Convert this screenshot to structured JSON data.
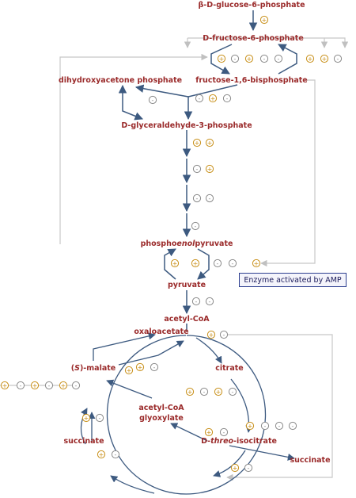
{
  "metabolites": [
    {
      "id": "g6p",
      "label": "β-D-glucose-6-phosphate"
    },
    {
      "id": "f6p",
      "label": "D-fructose-6-phosphate"
    },
    {
      "id": "dhap",
      "label": "dihydroxyacetone phosphate"
    },
    {
      "id": "fbp",
      "label": "fructose-1,6-bisphosphate"
    },
    {
      "id": "gap",
      "label": "D-glyceraldehyde-3-phosphate"
    },
    {
      "id": "pep_a",
      "label": "phospho"
    },
    {
      "id": "pep_b",
      "label": "enol"
    },
    {
      "id": "pep_c",
      "label": "pyruvate"
    },
    {
      "id": "pyr",
      "label": "pyruvate"
    },
    {
      "id": "accoa",
      "label": "acetyl-CoA"
    },
    {
      "id": "oaa",
      "label": "oxaloacetate"
    },
    {
      "id": "mal_a",
      "label": "("
    },
    {
      "id": "mal_b",
      "label": "S"
    },
    {
      "id": "mal_c",
      "label": ")-malate"
    },
    {
      "id": "cit",
      "label": "citrate"
    },
    {
      "id": "accoa2",
      "label": "acetyl-CoA"
    },
    {
      "id": "glyox",
      "label": "glyoxylate"
    },
    {
      "id": "succ1",
      "label": "succinate"
    },
    {
      "id": "icit_a",
      "label": "D-"
    },
    {
      "id": "icit_b",
      "label": "threo"
    },
    {
      "id": "icit_c",
      "label": "-isocitrate"
    },
    {
      "id": "succ2",
      "label": "succinate"
    }
  ],
  "legend": {
    "label": "Enzyme activated by AMP"
  },
  "symbols": {
    "activator": "+",
    "inhibitor": "-"
  },
  "colors": {
    "metabolite": "#9a2a2a",
    "reaction_arrow": "#3d5a80",
    "regulation_line": "#c8c8c8",
    "activator": "#c8901a",
    "inhibitor": "#8a8a8a",
    "legend_border": "#2c3e8f"
  }
}
